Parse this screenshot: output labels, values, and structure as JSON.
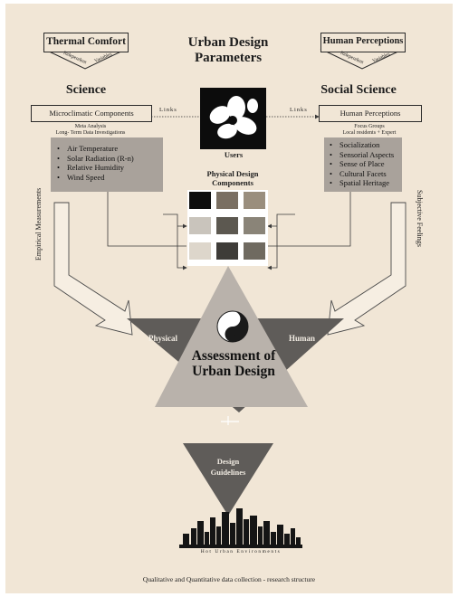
{
  "header": {
    "title_line1": "Urban Design",
    "title_line2": "Parameters",
    "left_box": "Thermal Comfort",
    "right_box": "Human Perceptions",
    "left_tags": {
      "independent": "Independent",
      "variables": "Variables"
    },
    "right_tags": {
      "independent": "Independent",
      "variables": "Variables"
    }
  },
  "left": {
    "heading": "Science",
    "component_box": "Microclimatic Components",
    "note_line1": "Meta Analysis",
    "note_line2": "Long- Term Data Investigations",
    "bullets": [
      "Air Temperature",
      "Solar Radiation (R-n)",
      "Relative Humidity",
      "Wind Speed"
    ],
    "links_label": "Links",
    "side_label": "Empirical Measurements"
  },
  "right": {
    "heading": "Social Science",
    "component_box": "Human Perceptions",
    "note_line1": "Focus Groups",
    "note_line2": "Local residents + Expert",
    "bullets": [
      "Socialization",
      "Sensorial Aspects",
      "Sense of Place",
      "Cultural Facets",
      "Spatial Heritage"
    ],
    "links_label": "Links",
    "side_label": "Subjective Feelings"
  },
  "center": {
    "users_label": "Users",
    "physical_title_line1": "Physical Design",
    "physical_title_line2": "Components"
  },
  "assessment": {
    "left_label": "Physical",
    "right_label": "Human",
    "title_line1": "Assessment of",
    "title_line2": "Urban Design"
  },
  "guidelines": {
    "line1": "Design",
    "line2": "Guidelines"
  },
  "logo_caption": "Hot  Urban  Environments",
  "footer_caption": "Qualitative and Quantitative data collection - research structure",
  "colors": {
    "background": "#f1e6d6",
    "dark_triangle": "#5f5c59",
    "light_triangle": "#b9b2ab",
    "bullet_box": "#a9a29b"
  }
}
